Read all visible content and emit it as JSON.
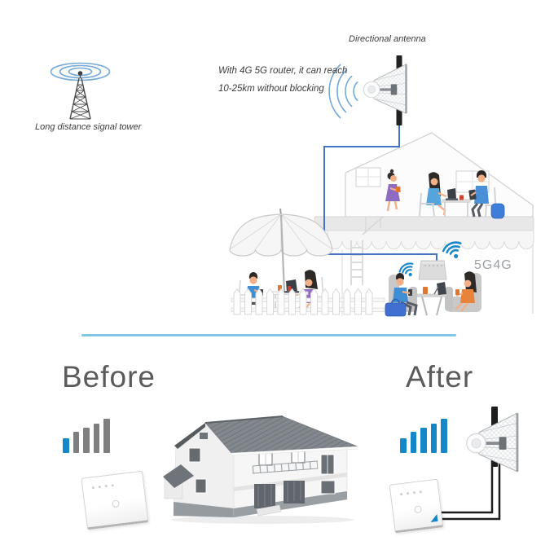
{
  "colors": {
    "accent_blue": "#1587c9",
    "cable_blue": "#4472c4",
    "wave_blue": "#74a9d8",
    "divider": "#7ec8e3",
    "bar_inactive": "#7f7f7f",
    "text_gray": "#5b5b5b",
    "orange": "#e2762f"
  },
  "top_diagram": {
    "tower_caption": "Long distance signal tower",
    "antenna_caption": "Directional antenna",
    "note_lines": [
      "With 4G 5G router, it can reach",
      "10-25km without blocking"
    ],
    "router_badge": "5G4G"
  },
  "comparison": {
    "before": {
      "label": "Before",
      "signal": {
        "total": 5,
        "active": 1
      }
    },
    "after": {
      "label": "After",
      "signal": {
        "total": 5,
        "active": 5
      }
    }
  }
}
